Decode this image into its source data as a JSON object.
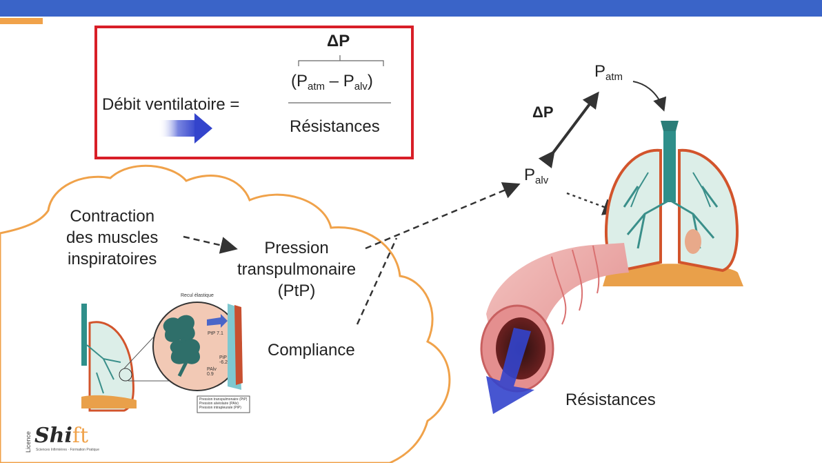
{
  "formula": {
    "left_label": "Débit ventilatoire =",
    "delta": "ΔP",
    "numerator_open": "(P",
    "atm_sub": "atm",
    "minus": " – P",
    "alv_sub": "alv",
    "numerator_close": ")",
    "denominator": "Résistances"
  },
  "diagram": {
    "patm_p": "P",
    "patm_sub": "atm",
    "palv_p": "P",
    "palv_sub": "alv",
    "delta": "ΔP",
    "contraction": [
      "Contraction",
      "des muscles",
      "inspiratoires"
    ],
    "pression": [
      "Pression",
      "transpulmonaire",
      "(PtP)"
    ],
    "compliance": "Compliance",
    "resistances": "Résistances"
  },
  "inset": {
    "title": "Recul élastique",
    "ptp": "PtP 7.1",
    "pip": "PiP -6.2",
    "palv": "PAlv 0.9",
    "legend": [
      "Pression transpulmonaire (PtP)",
      "Pression alvéolaire (PAlv)",
      "Pression intrapleurale (PiP)"
    ]
  },
  "logo": {
    "side": "Licence",
    "main_a": "Sh",
    "main_b": "i",
    "main_c": "ft",
    "tagline": "Sciences Infirmières · Formation Pratique"
  },
  "colors": {
    "topbar": "#3a64c8",
    "accent_orange": "#f0a24a",
    "formula_border": "#d81e27",
    "flow_arrow": "#3344cc",
    "airway": "#e9a3a3"
  }
}
